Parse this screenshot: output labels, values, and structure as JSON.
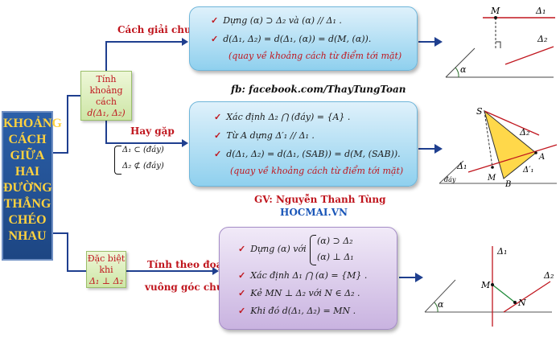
{
  "main_title": [
    "KHOẢNG",
    "CÁCH",
    "GIỮA",
    "HAI",
    "ĐƯỜNG",
    "THẲNG",
    "CHÉO",
    "NHAU"
  ],
  "mid_box_1": [
    "Tính",
    "khoảng cách",
    "d(Δ₁, Δ₂)"
  ],
  "mid_box_2": [
    "Đặc biệt",
    "khi",
    "Δ₁ ⊥ Δ₂"
  ],
  "conditions": [
    "Δ₁ ⊂ (đáy)",
    "Δ₂ ⊄ (đáy)"
  ],
  "labels": {
    "general": "Cách giải chung",
    "common": "Hay gặp",
    "perp": "Tính theo đoạn",
    "perp2": "vuông góc chung"
  },
  "box1": {
    "lines": [
      "Dựng (α) ⊃ Δ₂ và (α) // Δ₁ .",
      "d(Δ₁, Δ₂) = d(Δ₁, (α)) = d(M, (α))."
    ],
    "note": "(quay về khoảng cách từ điểm tới mặt)"
  },
  "box2": {
    "lines": [
      "Xác định Δ₂ ⋂ (đáy) = {A} .",
      "Từ A dựng Δ′₁ // Δ₁ .",
      "d(Δ₁, Δ₂) = d(Δ₁, (SAB)) = d(M, (SAB))."
    ],
    "note": "(quay về khoảng cách từ điểm tới mặt)"
  },
  "box3": {
    "line1_prefix": "Dựng (α) với",
    "brace": [
      "(α) ⊃ Δ₂",
      "(α) ⊥ Δ₁"
    ],
    "lines": [
      "Xác định Δ₁ ⋂ (α) = {M} .",
      "Kẻ MN ⊥ Δ₂ với N ∈ Δ₂ .",
      "Khi đó d(Δ₁, Δ₂) = MN ."
    ]
  },
  "credits": {
    "fb": "fb: facebook.com/ThayTungToan",
    "gv": "GV: Nguyễn Thanh Tùng",
    "site": "HOCMAI.VN"
  },
  "figure1": {
    "M": "M",
    "d1": "Δ₁",
    "d2": "Δ₂",
    "alpha": "α"
  },
  "figure2": {
    "S": "S",
    "d2": "Δ₂",
    "d1": "Δ₁",
    "M": "M",
    "A": "A",
    "B": "B",
    "d1p": "Δ′₁",
    "base": "đáy"
  },
  "figure3": {
    "d1": "Δ₁",
    "d2": "Δ₂",
    "M": "M",
    "N": "N",
    "alpha": "α"
  },
  "colors": {
    "title_bg": "#2b5fa8",
    "title_text": "#ffd23f",
    "connector": "#1f3f8f",
    "label_red": "#c0161e"
  }
}
